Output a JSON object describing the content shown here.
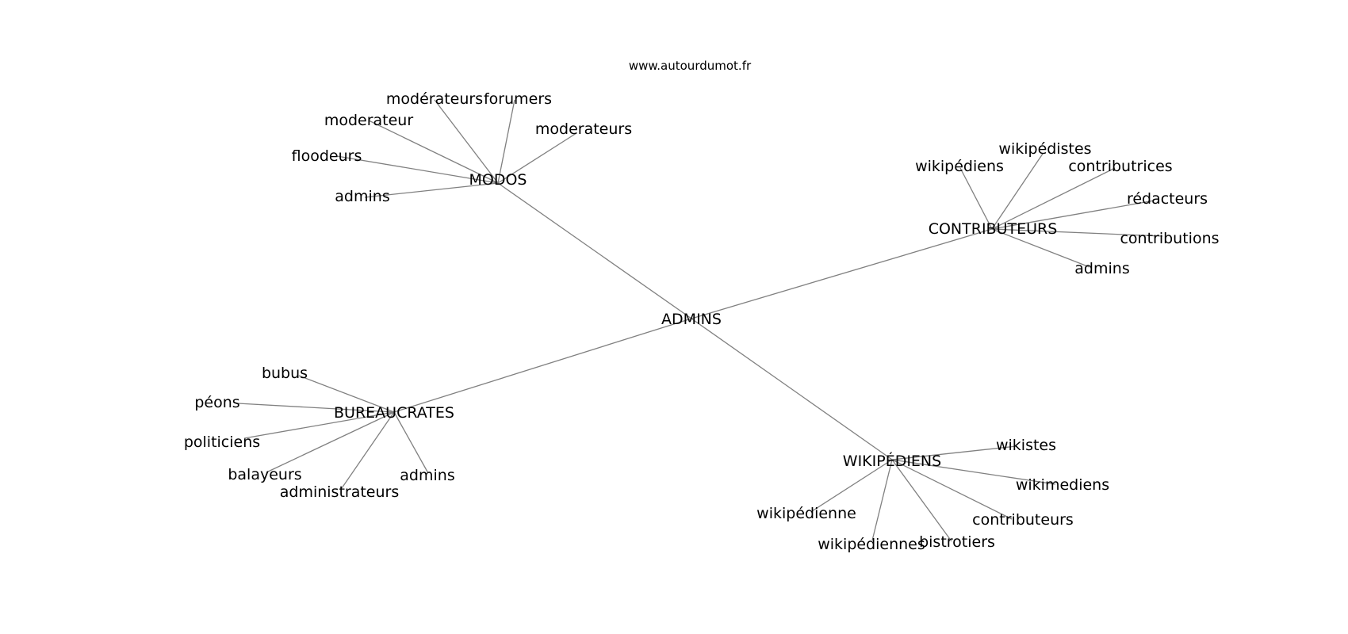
{
  "source": "www.autourdumot.fr",
  "center": "ADMINS",
  "clusters": [
    {
      "hub": "MODOS",
      "leaves": [
        "modérateurs",
        "forumers",
        "moderateur",
        "moderateurs",
        "floodeurs",
        "admins"
      ]
    },
    {
      "hub": "CONTRIBUTEURS",
      "leaves": [
        "wikipédistes",
        "wikipédiens",
        "contributrices",
        "rédacteurs",
        "contributions",
        "admins"
      ]
    },
    {
      "hub": "BUREAUCRATES",
      "leaves": [
        "bubus",
        "péons",
        "politiciens",
        "balayeurs",
        "administrateurs",
        "admins"
      ]
    },
    {
      "hub": "WIKIPÉDIENS",
      "leaves": [
        "wikistes",
        "wikimediens",
        "contributeurs",
        "bistrotiers",
        "wikipédiennes",
        "wikipédienne"
      ]
    }
  ]
}
